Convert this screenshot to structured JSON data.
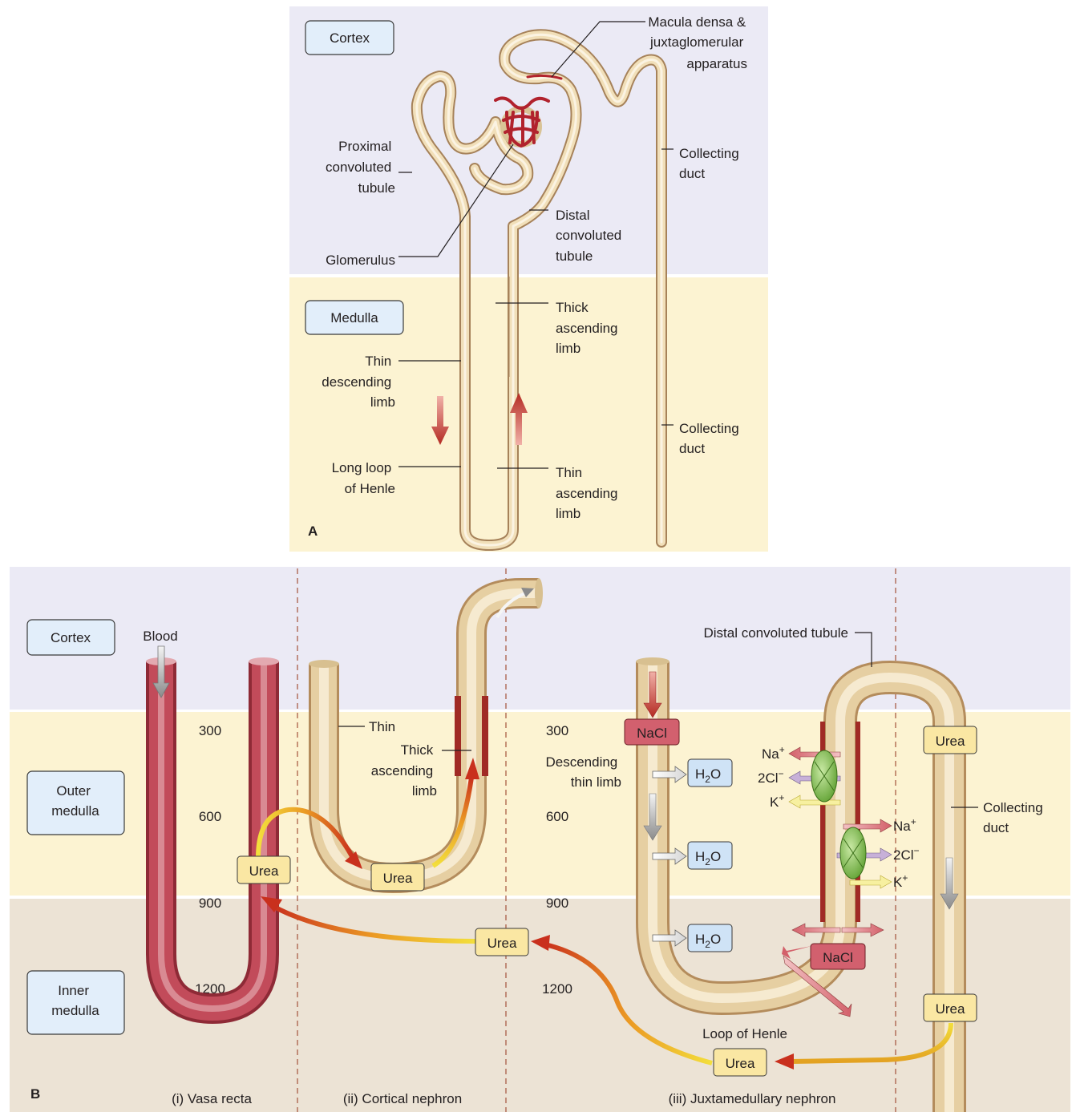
{
  "panel_a": {
    "letter": "A",
    "zones": {
      "cortex": "Cortex",
      "medulla": "Medulla"
    },
    "labels": {
      "macula_1": "Macula densa &",
      "macula_2": "juxtaglomerular",
      "macula_3": "apparatus",
      "pct_1": "Proximal",
      "pct_2": "convoluted",
      "pct_3": "tubule",
      "collecting_top_1": "Collecting",
      "collecting_top_2": "duct",
      "dct_1": "Distal",
      "dct_2": "convoluted",
      "dct_3": "tubule",
      "glomerulus": "Glomerulus",
      "thick_1": "Thick",
      "thick_2": "ascending",
      "thick_3": "limb",
      "thin_desc_1": "Thin",
      "thin_desc_2": "descending",
      "thin_desc_3": "limb",
      "collecting_bottom_1": "Collecting",
      "collecting_bottom_2": "duct",
      "long_loop_1": "Long loop",
      "long_loop_2": "of Henle",
      "thin_asc_1": "Thin",
      "thin_asc_2": "ascending",
      "thin_asc_3": "limb"
    }
  },
  "panel_b": {
    "letter": "B",
    "zones": {
      "cortex": "Cortex",
      "outer_1": "Outer",
      "outer_2": "medulla",
      "inner_1": "Inner",
      "inner_2": "medulla"
    },
    "osmolality_left": [
      "300",
      "600",
      "900",
      "1200"
    ],
    "osmolality_right": [
      "300",
      "600",
      "900",
      "1200"
    ],
    "labels": {
      "blood": "Blood",
      "thin": "Thin",
      "thick_1": "Thick",
      "thick_2": "ascending",
      "thick_3": "limb",
      "desc_1": "Descending",
      "desc_2": "thin limb",
      "dct": "Distal convoluted tubule",
      "cd_1": "Collecting",
      "cd_2": "duct",
      "loop": "Loop of Henle"
    },
    "boxes": {
      "urea": "Urea",
      "nacl": "NaCl",
      "h2o_main": "H",
      "h2o_sub": "2",
      "h2o_end": "O"
    },
    "ions": {
      "na": "Na",
      "cl": "2Cl",
      "k": "K",
      "plus": "+",
      "minus": "−"
    },
    "sections": {
      "vasa": "(i) Vasa recta",
      "cortical": "(ii) Cortical nephron",
      "juxta": "(iii) Juxtamedullary nephron"
    }
  },
  "colors": {
    "cortex_bg": "#ebeaf5",
    "outer_bg": "#fcf3d2",
    "inner_bg": "#ece3d5",
    "tubule": "#e9d3a9",
    "tubule_edge": "#b48c5c",
    "vessel": "#b8404e",
    "urea_box": "#fae7a3",
    "nacl_box": "#d2606e",
    "h2o_box": "#cfe3f6",
    "zone_box": "#e2eefa",
    "pump": "#7fbf45"
  }
}
